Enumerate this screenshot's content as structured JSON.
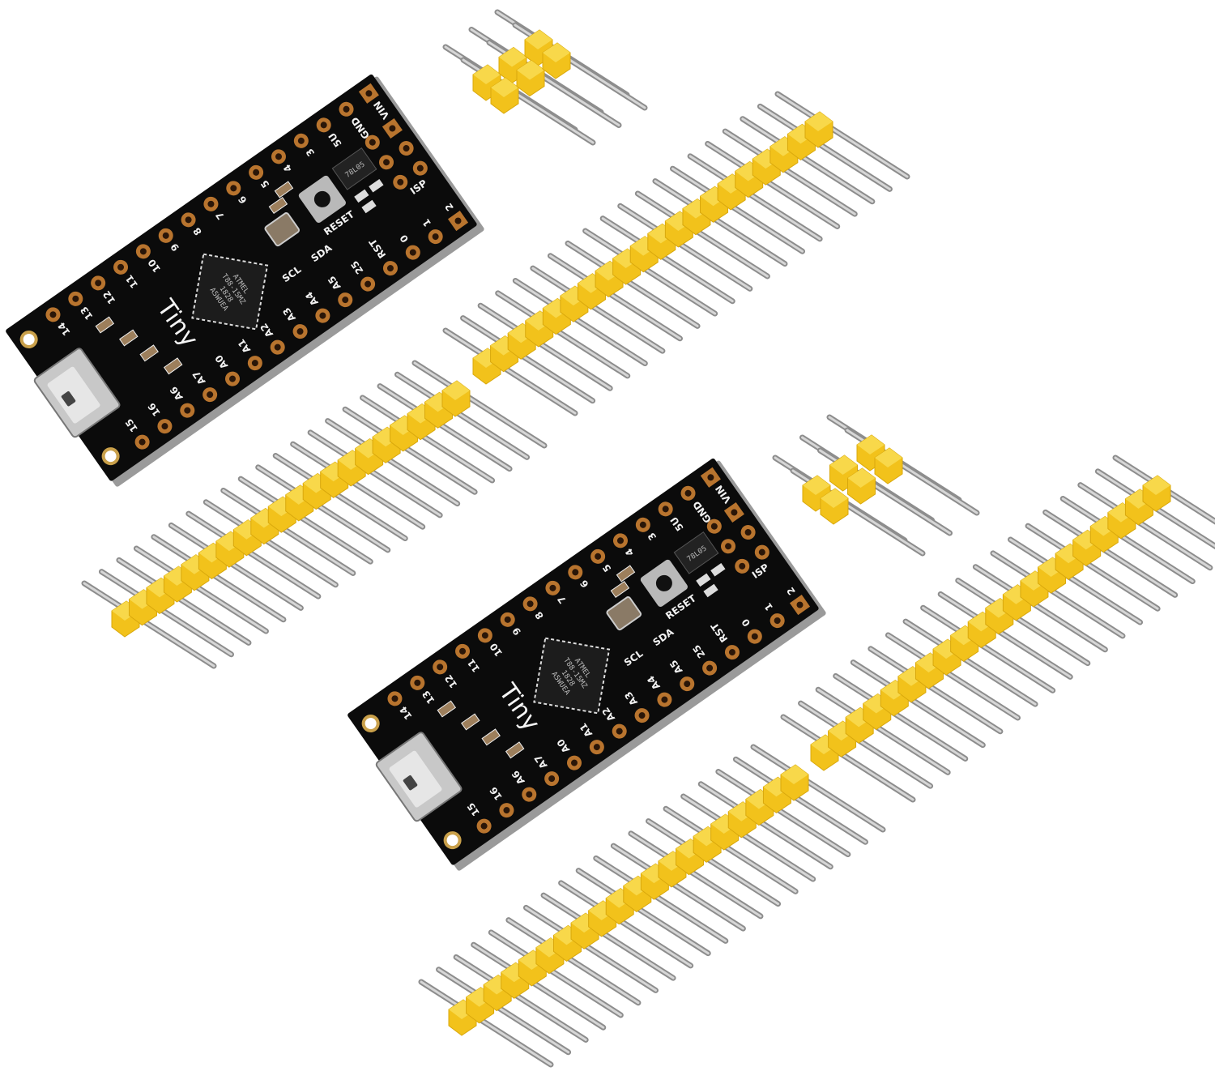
{
  "colors": {
    "board": "#0b0b0b",
    "pad": "#b8742e",
    "header": "#f2c21b",
    "pin": "#b5b5b5",
    "background": "#ffffff"
  },
  "board": {
    "brand": "Tiny",
    "reset_label": "RESET",
    "isp_label": "ISP",
    "regulator_marking": "78L05",
    "top_row_labels": [
      "14",
      "13",
      "12",
      "11",
      "10",
      "9",
      "8",
      "7",
      "6",
      "5",
      "4",
      "3",
      "5U",
      "GND",
      "VIN"
    ],
    "bottom_row_labels": [
      "15",
      "16",
      "A6",
      "A7",
      "A0",
      "A1",
      "A2",
      "A3",
      "A4",
      "A5",
      "25",
      "RST",
      "0",
      "1",
      "2"
    ],
    "i2c_labels": [
      "SCL",
      "SDA"
    ],
    "chip_marking": [
      "ATMEL",
      "T88-15MZ",
      "1828",
      "A5WUEA"
    ]
  },
  "boards_count": 2,
  "long_headers": {
    "count": 4,
    "pins_each": 20
  },
  "short_headers": {
    "count": 2,
    "pins_each": 6
  }
}
